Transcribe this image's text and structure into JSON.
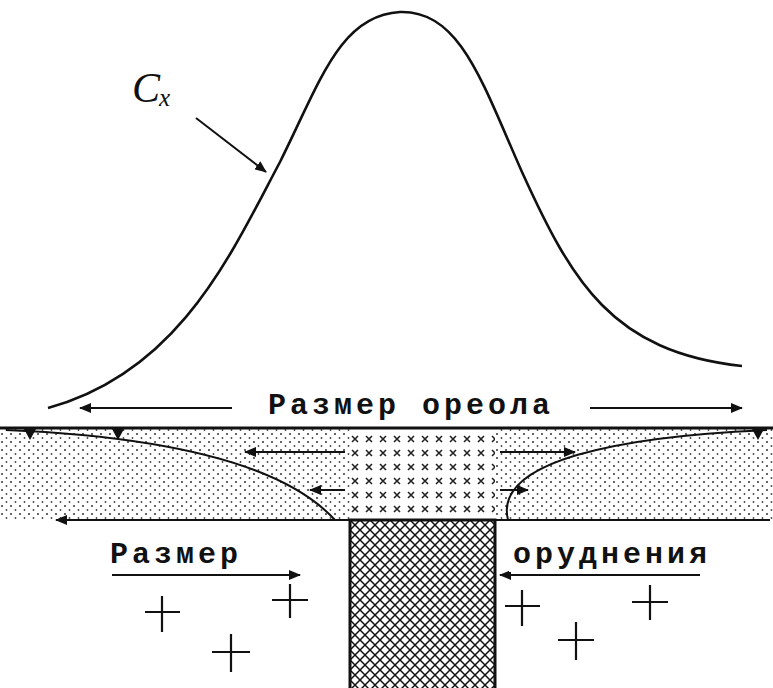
{
  "diagram": {
    "labels": [
      "Cₓ",
      "Размер ореола",
      "Размер",
      "оруднения"
    ]
  }
}
